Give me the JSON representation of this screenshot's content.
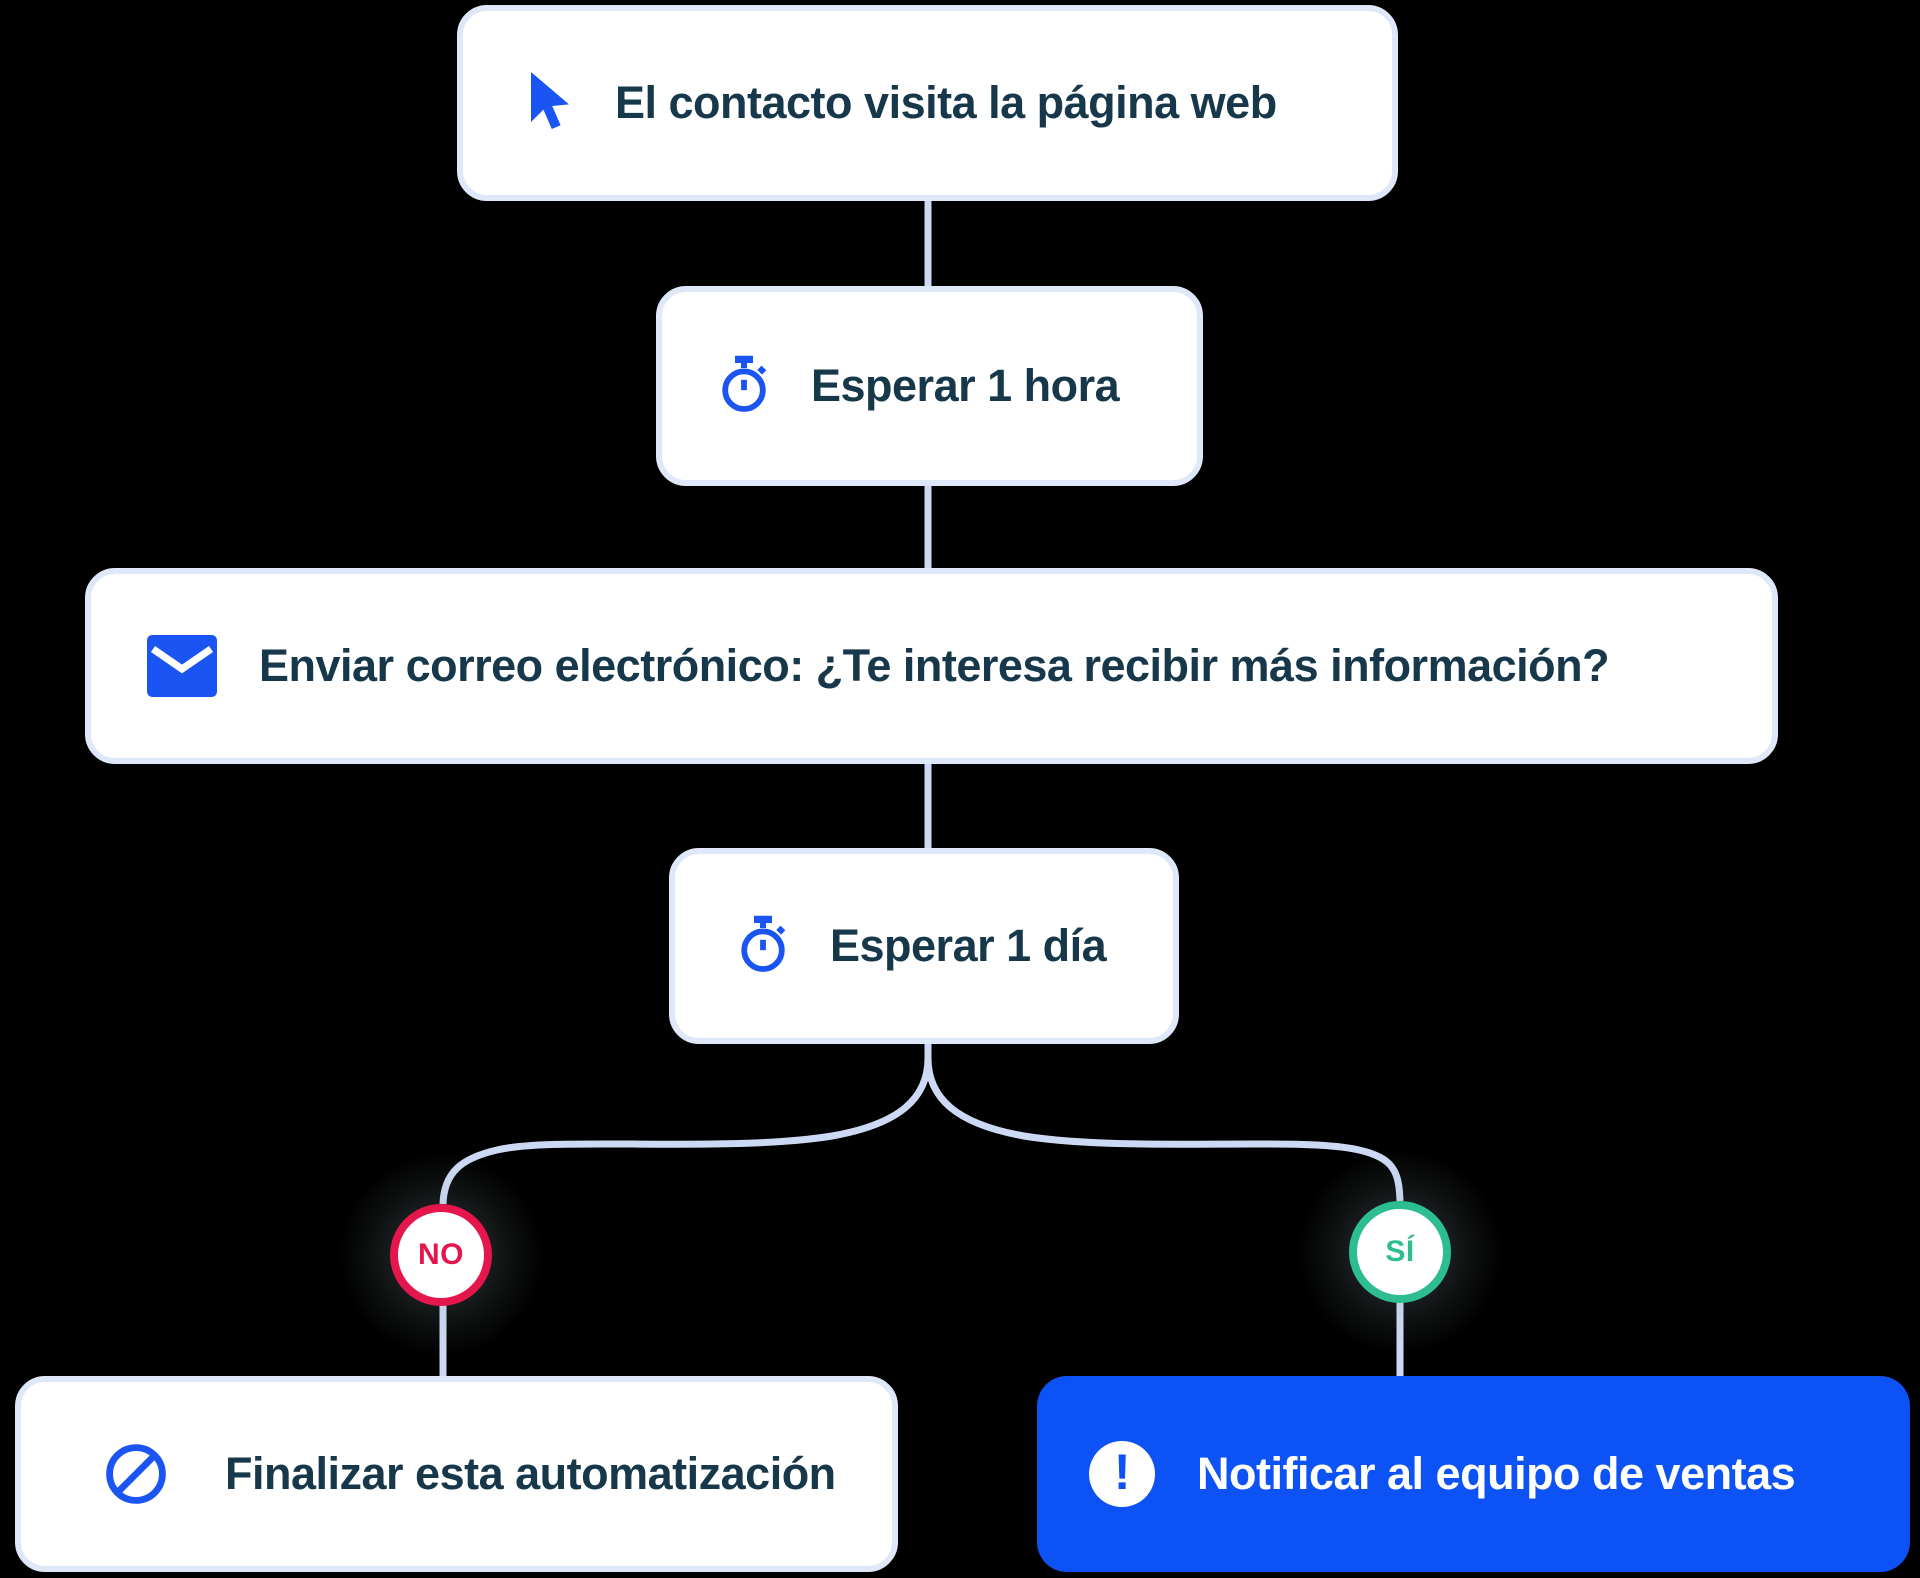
{
  "nodes": {
    "trigger": {
      "label": "El contacto visita la página web"
    },
    "wait_1_hour": {
      "label": "Esperar 1 hora"
    },
    "send_email": {
      "label": "Enviar correo electrónico: ¿Te interesa recibir más información?"
    },
    "wait_1_day": {
      "label": "Esperar 1 día"
    },
    "end_automation": {
      "label": "Finalizar esta automatización"
    },
    "notify_sales": {
      "label": "Notificar al equipo de ventas"
    }
  },
  "branches": {
    "no": {
      "label": "NO"
    },
    "yes": {
      "label": "SÍ"
    }
  },
  "colors": {
    "background": "#000000",
    "card_bg": "#ffffff",
    "card_border": "#dfe8f8",
    "card_text": "#17384a",
    "accent_blue": "#1a54f2",
    "connector": "#cdd9f4",
    "branch_no": "#e4164b",
    "branch_yes": "#2cbe90",
    "notify_bg": "#0c52f4",
    "notify_text": "#ffffff"
  }
}
